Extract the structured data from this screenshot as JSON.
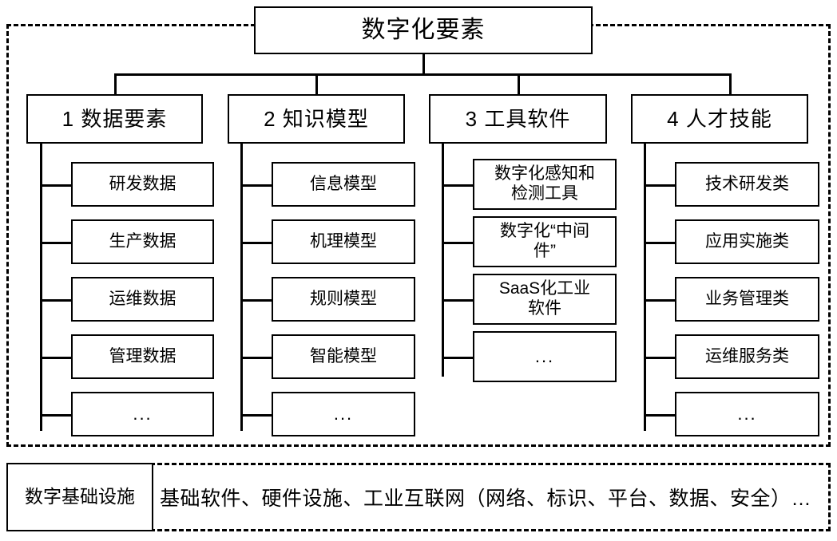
{
  "diagram": {
    "title": "数字化要素",
    "categories": [
      {
        "label": "1 数据要素",
        "items": [
          "研发数据",
          "生产数据",
          "运维数据",
          "管理数据",
          "..."
        ]
      },
      {
        "label": "2 知识模型",
        "items": [
          "信息模型",
          "机理模型",
          "规则模型",
          "智能模型",
          "..."
        ]
      },
      {
        "label": "3 工具软件",
        "items": [
          "数字化感知和\n检测工具",
          "数字化“中间\n件”",
          "SaaS化工业\n软件",
          "..."
        ]
      },
      {
        "label": "4 人才技能",
        "items": [
          "技术研发类",
          "应用实施类",
          "业务管理类",
          "运维服务类",
          "..."
        ]
      }
    ],
    "infrastructure": {
      "label": "数字基础设施",
      "description": "基础软件、硬件设施、工业互联网（网络、标识、平台、数据、安全）…"
    }
  },
  "colors": {
    "line": "#000000",
    "background": "#ffffff"
  }
}
